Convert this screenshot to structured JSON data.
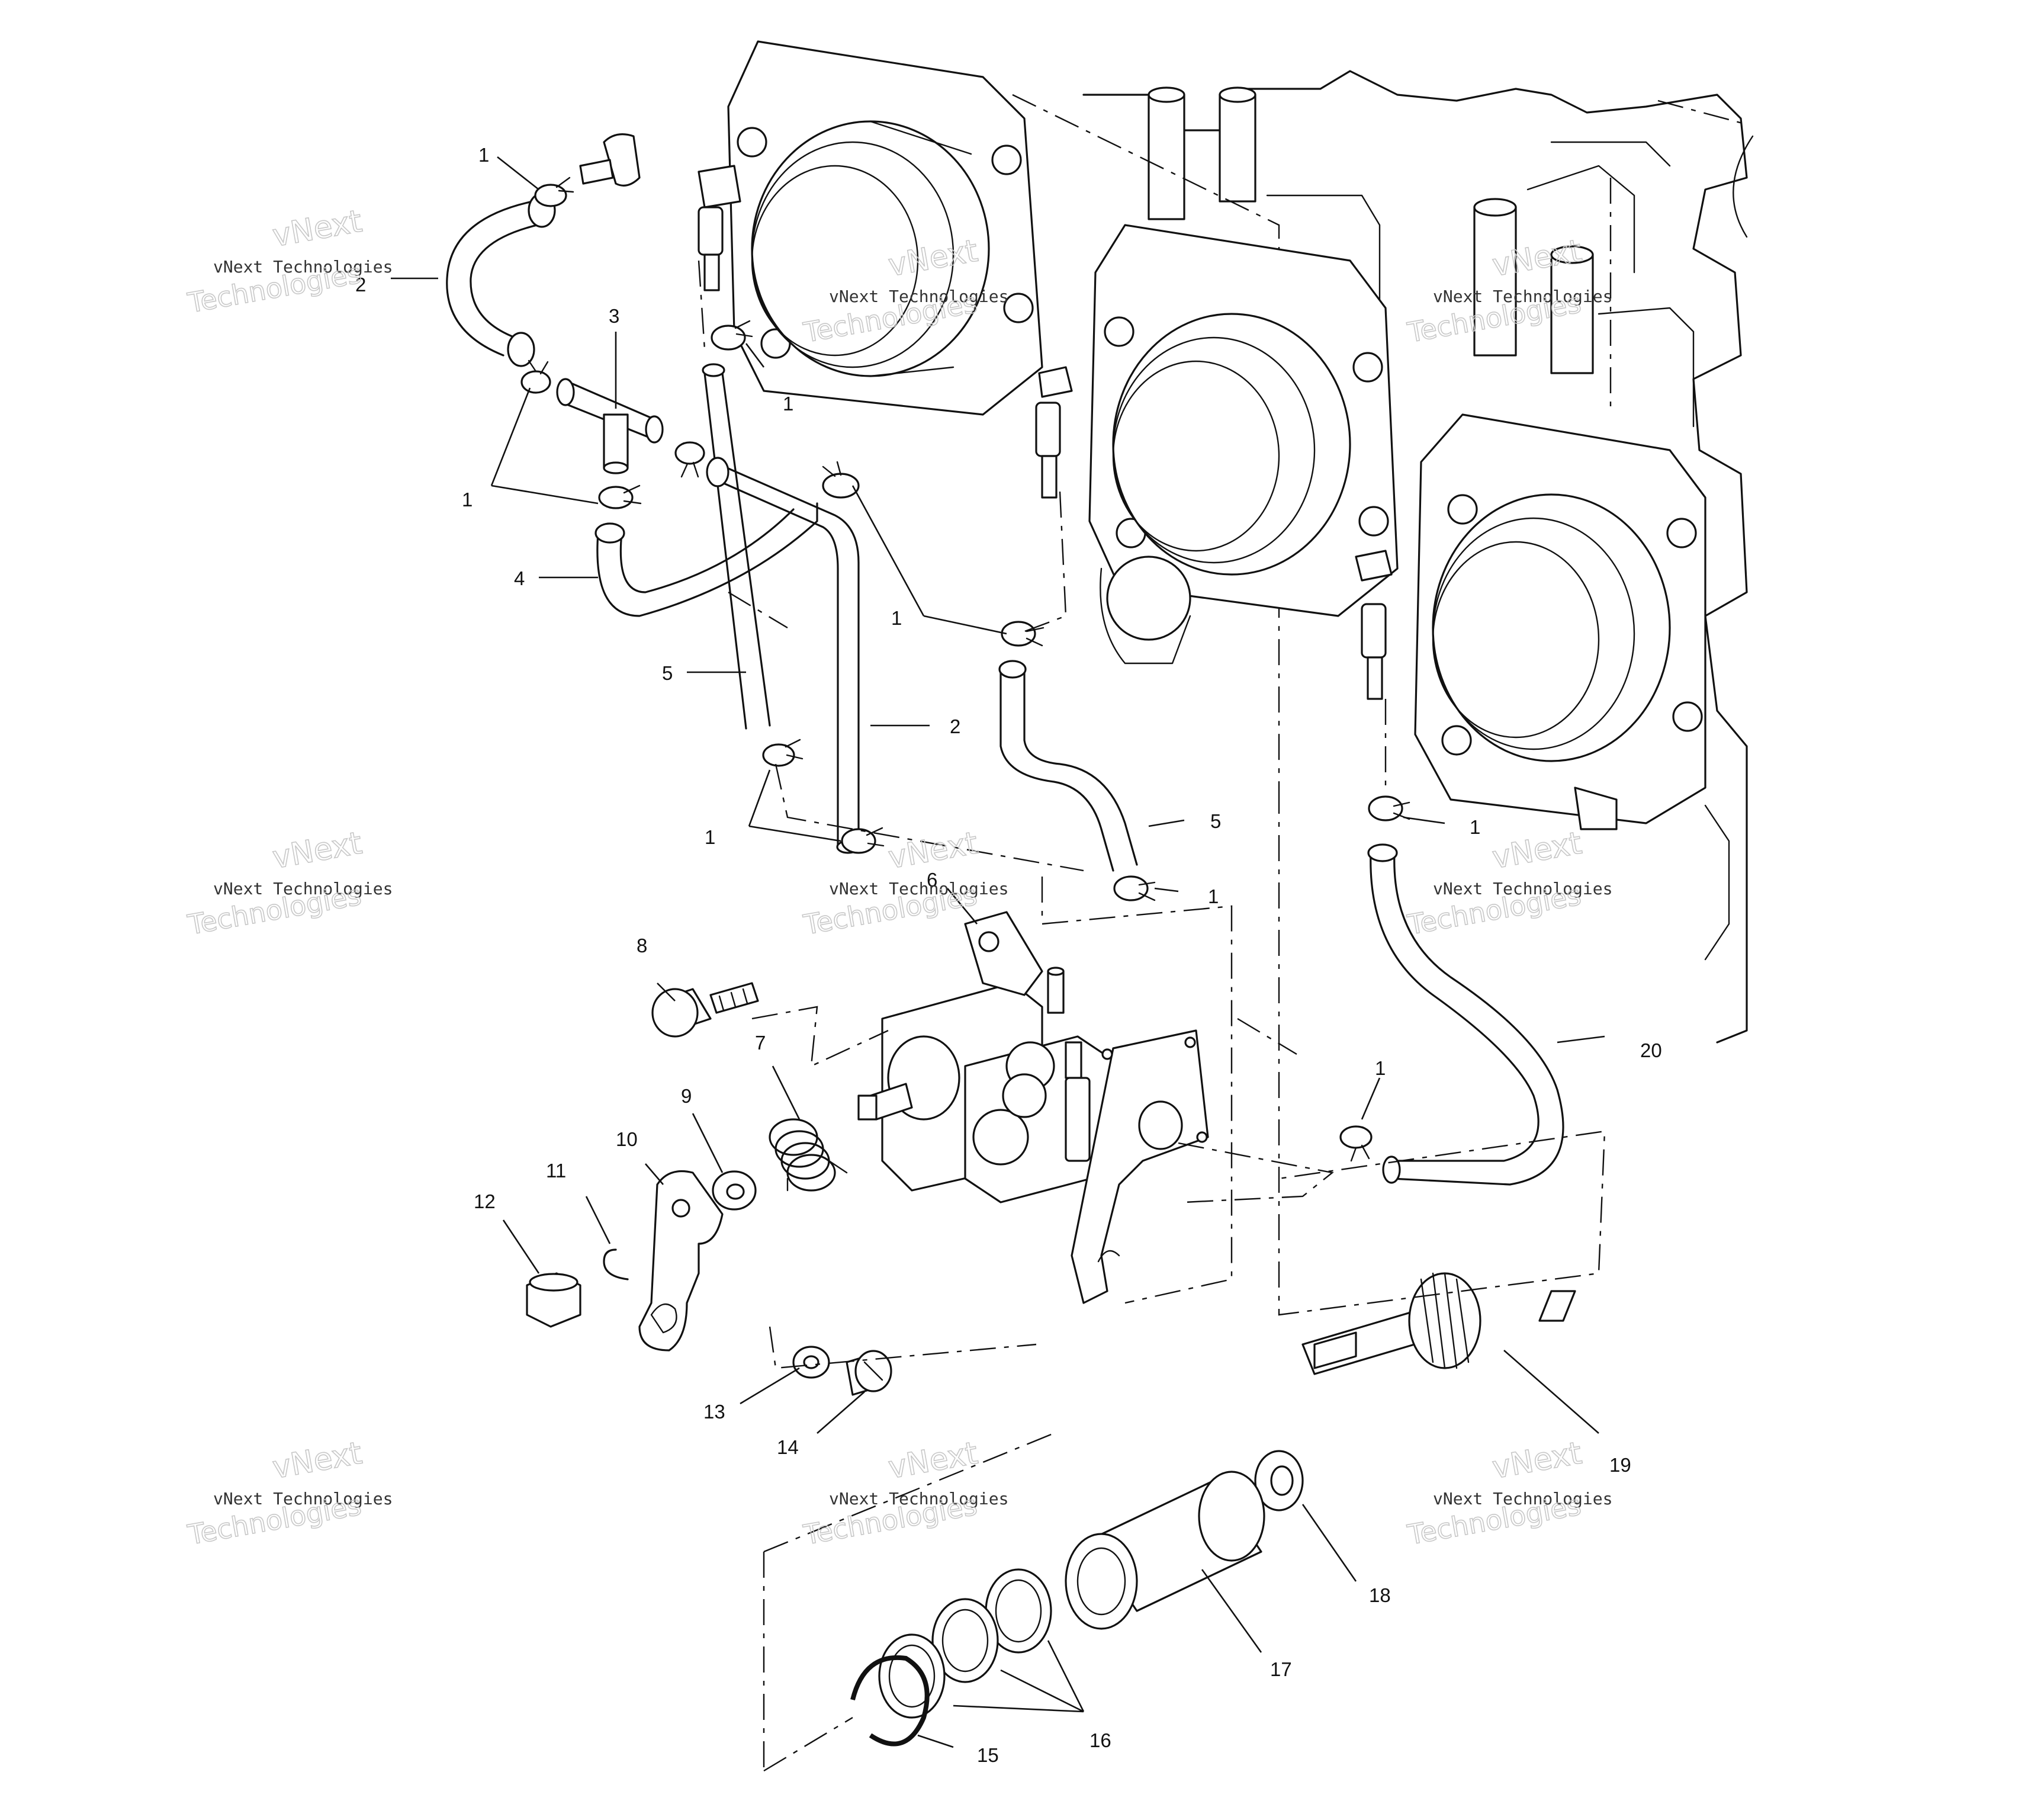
{
  "diagram": {
    "callouts": {
      "c1a": "1",
      "c2a": "2",
      "c3": "3",
      "c1b": "1",
      "c1c": "1",
      "c4": "4",
      "c1d": "1",
      "c5a": "5",
      "c2b": "2",
      "c1e": "1",
      "c5b": "5",
      "c1f": "1",
      "c1g": "1",
      "c6": "6",
      "c8": "8",
      "c7": "7",
      "c9": "9",
      "c10": "10",
      "c11": "11",
      "c12": "12",
      "c13": "13",
      "c14": "14",
      "c1h": "1",
      "c20": "20",
      "c19": "19",
      "c18": "18",
      "c17": "17",
      "c16": "16",
      "c15": "15"
    },
    "watermark": {
      "line1": "vNext Technologies",
      "brand_word": "vNext",
      "brand_word2": "Technologies"
    }
  }
}
